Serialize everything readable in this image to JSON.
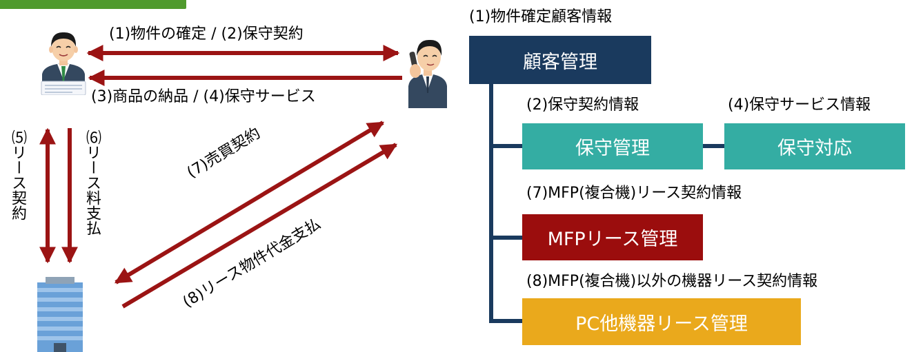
{
  "top_tag": {
    "text": ""
  },
  "flows": {
    "f1_2": "(1)物件の確定 / (2)保守契約",
    "f3_4": "(3)商品の納品 / (4)保守サービス",
    "f5": "⑸リース契約",
    "f6": "⑹リース料支払",
    "f7": "(7)売買契約",
    "f8": "(8)リース物件代金支払"
  },
  "systems": {
    "customer": {
      "caption": "(1)物件確定顧客情報",
      "label": "顧客管理",
      "color": "#1a3a5e"
    },
    "maintenance": {
      "caption": "(2)保守契約情報",
      "label": "保守管理",
      "color": "#34ada3"
    },
    "service": {
      "caption": "(4)保守サービス情報",
      "label": "保守対応",
      "color": "#34ada3"
    },
    "mfp": {
      "caption": "(7)MFP(複合機)リース契約情報",
      "label": "MFPリース管理",
      "color": "#9b0d0d"
    },
    "pc": {
      "caption": "(8)MFP(複合機)以外の機器リース契約情報",
      "label": "PC他機器リース管理",
      "color": "#eaa91c"
    }
  },
  "colors": {
    "arrow": "#9b1414",
    "tree": "#1a3a5e"
  },
  "icons": {
    "customer": "businessman-with-document-icon",
    "sales": "salesman-on-phone-icon",
    "lessor": "office-building-icon"
  }
}
